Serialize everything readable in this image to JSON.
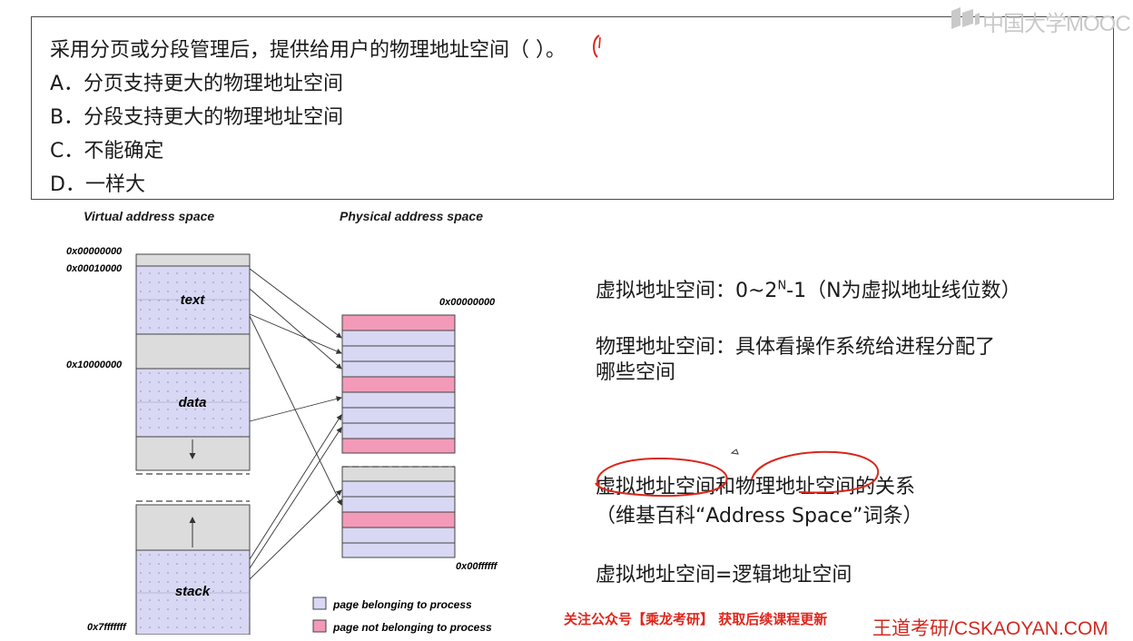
{
  "question": {
    "text": "采用分页或分段管理后，提供给用户的物理地址空间（   ）。",
    "options": [
      "A．分页支持更大的物理地址空间",
      "B．分段支持更大的物理地址空间",
      "C．不能确定",
      "D．一样大"
    ]
  },
  "logo": {
    "text": "中国大学MOOC"
  },
  "diagram": {
    "virtual_title": "Virtual address space",
    "physical_title": "Physical address space",
    "virtual_addresses": [
      "0x00000000",
      "0x00010000",
      "0x10000000",
      "0x7fffffff"
    ],
    "physical_addresses": [
      "0x00000000",
      "0x00ffffff"
    ],
    "segment_labels": {
      "text": "text",
      "data": "data",
      "stack": "stack"
    },
    "legend": {
      "belonging": "page belonging to process",
      "not_belonging": "page not belonging to process"
    },
    "colors": {
      "page_belonging": "#d8d8f4",
      "page_not_belonging": "#f39ab8",
      "gap": "#dcdcdc"
    }
  },
  "notes": {
    "virtual_space_prefix": "虚拟地址空间：0~2",
    "virtual_space_superscript": "N",
    "virtual_space_suffix": "-1（N为虚拟地址线位数）",
    "physical_space_line1": "物理地址空间：具体看操作系统给进程分配了",
    "physical_space_line2": "哪些空间",
    "relation_line1": "虚拟地址空间和物理地址空间的关系",
    "relation_line2": "（维基百科“Address Space”词条）",
    "equivalence": "虚拟地址空间=逻辑地址空间"
  },
  "footer": {
    "promo": "关注公众号【乘龙考研】 获取后续课程更新",
    "brand": "王道考研/CSKAOYAN.COM"
  }
}
